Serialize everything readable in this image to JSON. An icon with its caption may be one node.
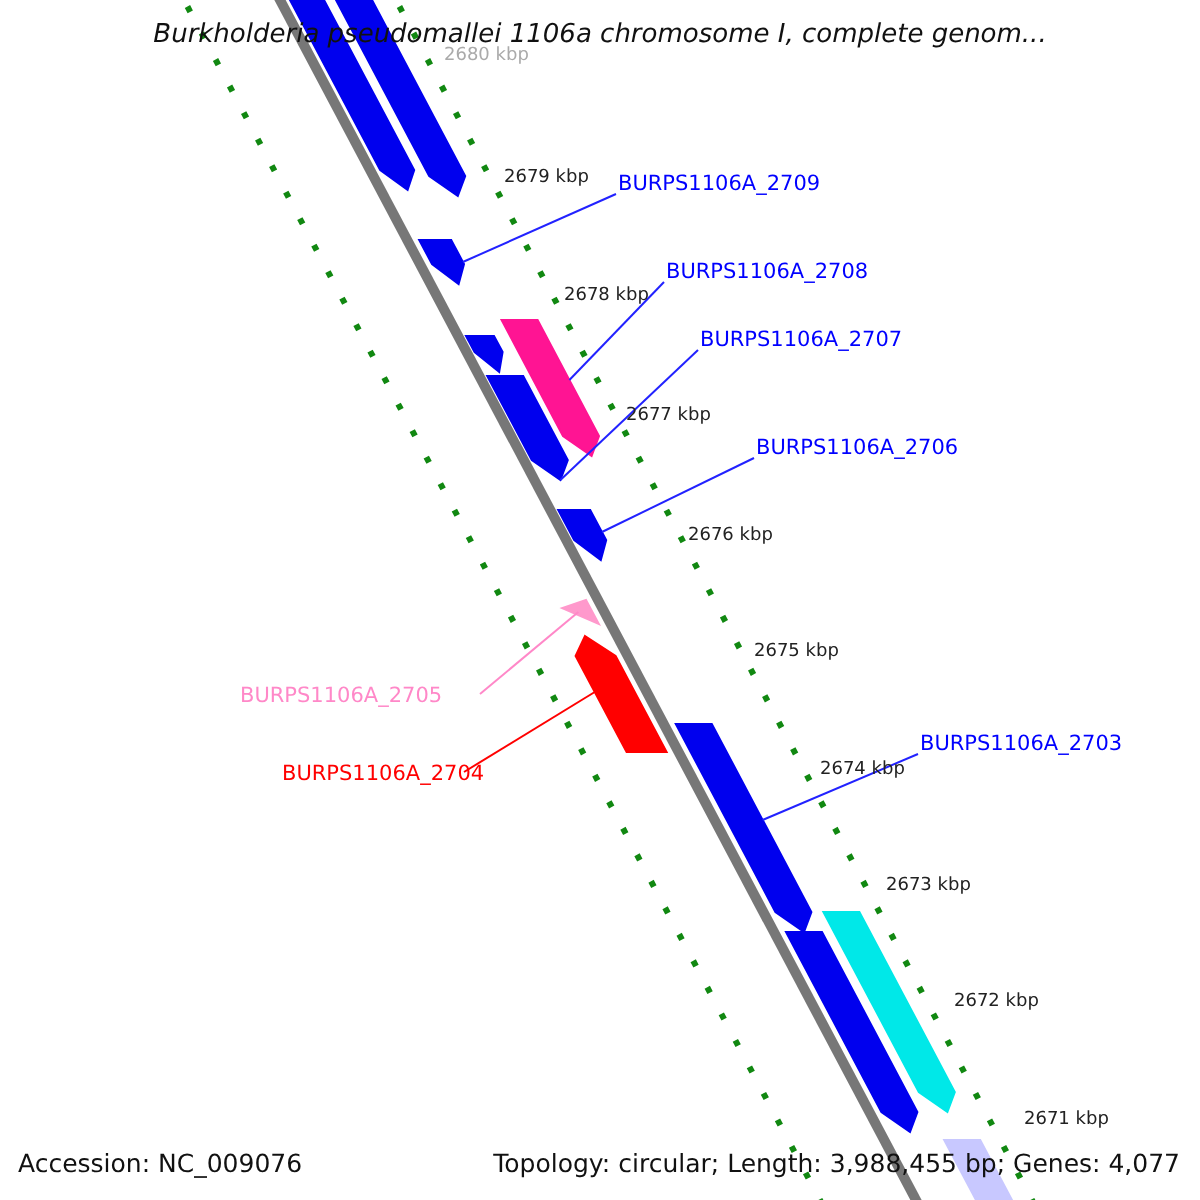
{
  "diagram": {
    "title": "Burkholderia pseudomallei 1106a chromosome I, complete genom...",
    "nodes": [
      {
        "text": [
          "BURPS1106A_2709"
        ]
      },
      {
        "text": [
          "BURPS1106A_2708"
        ]
      },
      {
        "text": [
          "BURPS1106A_2707"
        ]
      },
      {
        "text": [
          "BURPS1106A_2706"
        ]
      },
      {
        "text": [
          "BURPS1106A_2705"
        ]
      },
      {
        "text": [
          "BURPS1106A_2704"
        ]
      },
      {
        "text": [
          "BURPS1106A_2703"
        ]
      },
      {
        "text": [],
        "shape": "arrow"
      },
      {
        "text": [],
        "shape": "arrow"
      },
      {
        "text": [],
        "shape": "arrow"
      },
      {
        "text": [],
        "shape": "arrow"
      },
      {
        "text": [],
        "shape": "triangle"
      },
      {
        "text": [],
        "shape": "arrow"
      },
      {
        "text": [],
        "shape": "arrow"
      },
      {
        "text": [],
        "shape": "arrow"
      },
      {
        "text": [],
        "shape": "arrow"
      },
      {
        "text": [],
        "shape": "arrow"
      },
      {
        "text": [],
        "shape": "arrow"
      },
      {
        "text": [],
        "shape": "arrow"
      },
      {
        "text": [],
        "shape": "arrow"
      }
    ],
    "edges": [
      {
        "from": 0,
        "to": 7,
        "arrow": "none"
      },
      {
        "from": 1,
        "to": 8,
        "arrow": "none"
      },
      {
        "from": 2,
        "to": 9,
        "arrow": "none"
      },
      {
        "from": 3,
        "to": 10,
        "arrow": "none"
      },
      {
        "from": 4,
        "to": 11,
        "arrow": "none",
        "color": "#ff88c8"
      },
      {
        "from": 5,
        "to": 12,
        "arrow": "none",
        "color": "#ff0000"
      },
      {
        "from": 6,
        "to": 13,
        "arrow": "none"
      }
    ],
    "labels": [
      "2680 kbp",
      "2679 kbp",
      "2678 kbp",
      "2677 kbp",
      "2676 kbp",
      "2675 kbp",
      "2674 kbp",
      "2673 kbp",
      "2672 kbp",
      "2671 kbp",
      "Accession: NC_009076",
      "Topology: circular; Length: 3,988,455 bp; Genes: 4,077"
    ]
  }
}
